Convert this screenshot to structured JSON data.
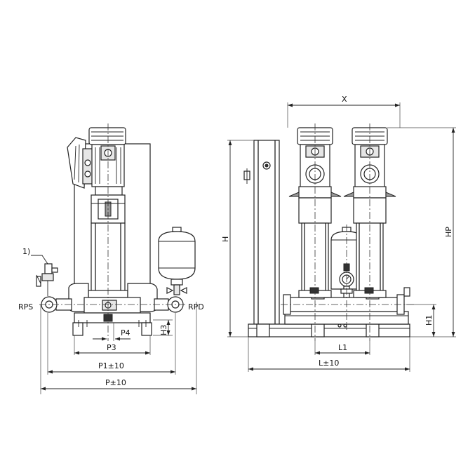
{
  "labels": {
    "note_marker": "1)",
    "rps": "RPS",
    "rpd": "RPD",
    "p4": "P4",
    "h3": "H3",
    "p3": "P3",
    "p1": "P1±10",
    "p": "P±10",
    "x": "X",
    "h": "H",
    "hp": "HP",
    "h1": "H1",
    "l1": "L1",
    "l": "L±10"
  }
}
